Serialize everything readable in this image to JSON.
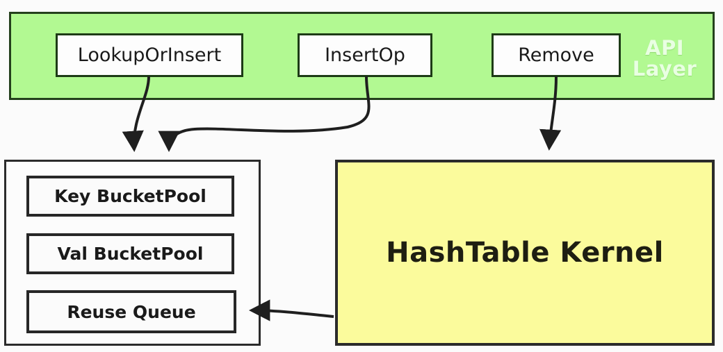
{
  "diagram": {
    "title": "HashTable architecture diagram",
    "colors": {
      "api_band_fill": "#b2f992",
      "api_band_border": "#24401c",
      "api_label_text": "#e9ffe2",
      "kernel_fill": "#fbfb9c",
      "box_border": "#272727",
      "edge_stroke": "#1f1f1f",
      "canvas_background": "#fbfbfb"
    },
    "api_layer": {
      "label": "API Layer",
      "operations": [
        {
          "label": "LookupOrInsert"
        },
        {
          "label": "InsertOp"
        },
        {
          "label": "Remove"
        }
      ]
    },
    "pool_panel": {
      "items": [
        {
          "label": "Key BucketPool"
        },
        {
          "label": "Val BucketPool"
        },
        {
          "label": "Reuse Queue"
        }
      ]
    },
    "kernel": {
      "label": "HashTable Kernel"
    },
    "edges": [
      {
        "from": "LookupOrInsert",
        "to": "Key BucketPool",
        "style": "curved-arrow"
      },
      {
        "from": "InsertOp",
        "to": "Key BucketPool",
        "style": "curved-arrow"
      },
      {
        "from": "Remove",
        "to": "HashTable Kernel",
        "style": "straight-arrow"
      },
      {
        "from": "HashTable Kernel",
        "to": "Reuse Queue",
        "style": "straight-arrow"
      }
    ]
  }
}
